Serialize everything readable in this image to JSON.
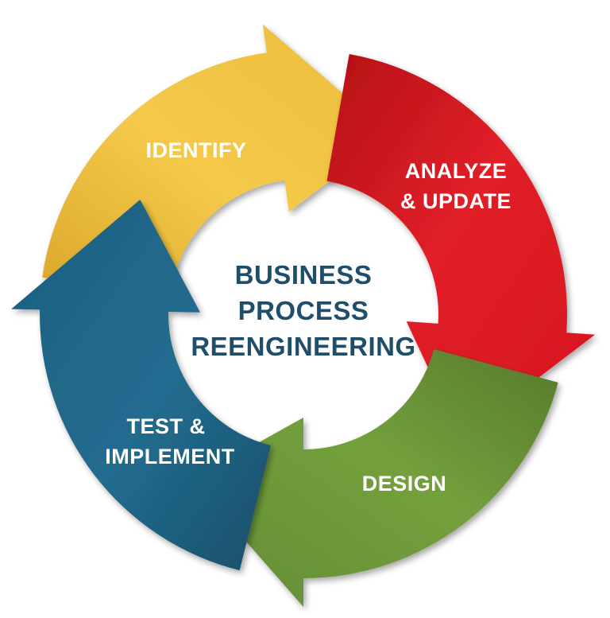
{
  "diagram": {
    "center": {
      "lines": [
        "BUSINESS",
        "PROCESS",
        "REENGINEERING"
      ]
    },
    "stages": [
      {
        "id": "identify",
        "lines": [
          "IDENTIFY"
        ],
        "color": "#eebc3c",
        "color_light": "#f4c94a",
        "color_dark": "#dba72b"
      },
      {
        "id": "analyze",
        "lines": [
          "ANALYZE",
          "& UPDATE"
        ],
        "color": "#d7151d",
        "color_light": "#e02028",
        "color_dark": "#b40f15"
      },
      {
        "id": "design",
        "lines": [
          "DESIGN"
        ],
        "color": "#648c35",
        "color_light": "#73a03c",
        "color_dark": "#567a2c"
      },
      {
        "id": "test",
        "lines": [
          "TEST &",
          "IMPLEMENT"
        ],
        "color": "#1d5f7e",
        "color_light": "#226c8f",
        "color_dark": "#184f69"
      }
    ]
  }
}
